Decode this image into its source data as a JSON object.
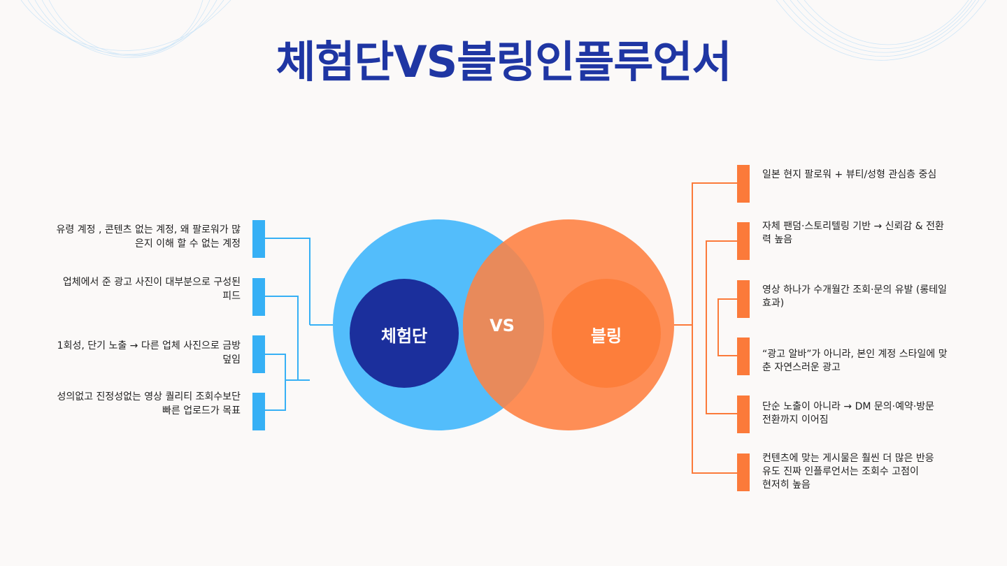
{
  "title": "체험단VS블링인플루언서",
  "venn": {
    "left_label": "체험단",
    "right_label": "블링",
    "center_label": "VS"
  },
  "left_items": [
    {
      "line1": "유령 계정 , 콘텐츠 없는 계정, 왜 팔로워가 많",
      "line2": "은지 이해 할 수 없는 계정"
    },
    {
      "line1": "업체에서 준 광고 사진이 대부분으로 구성된",
      "line2": "피드"
    },
    {
      "line1": "1회성, 단기 노출 → 다른 업체 사진으로 금방",
      "line2": "덮임"
    },
    {
      "line1": "성의없고 진정성없는 영상 퀄리티 조회수보단",
      "line2": "빠른 업로드가 목표"
    }
  ],
  "right_items": [
    {
      "lines": [
        "일본 현지 팔로워 + 뷰티/성형 관심층 중심"
      ]
    },
    {
      "lines": [
        "자체 팬덤·스토리텔링 기반 → 신뢰감 & 전환",
        "력 높음"
      ]
    },
    {
      "lines": [
        "영상 하나가 수개월간 조회·문의 유발 (롱테일",
        "효과)"
      ]
    },
    {
      "lines": [
        "“광고 알바”가 아니라, 본인 계정 스타일에 맞",
        "춘 자연스러운 광고"
      ]
    },
    {
      "lines": [
        "단순 노출이 아니라 → DM 문의·예약·방문",
        "전환까지 이어짐"
      ]
    },
    {
      "lines": [
        "컨텐츠에 맞는 게시물은 훨씬 더 많은 반응",
        "유도 진짜 인플루언서는 조회수 고점이",
        "현저히 높음"
      ]
    }
  ],
  "colors": {
    "title": "#1f36a3",
    "left_big": "#53bdfb",
    "left_small": "#1b2f9c",
    "right_big": "#fe8e56",
    "right_small": "#fd7e3b",
    "overlap": "#e88a5b",
    "left_accent": "#36b0f5",
    "right_accent": "#fb7a3a"
  }
}
